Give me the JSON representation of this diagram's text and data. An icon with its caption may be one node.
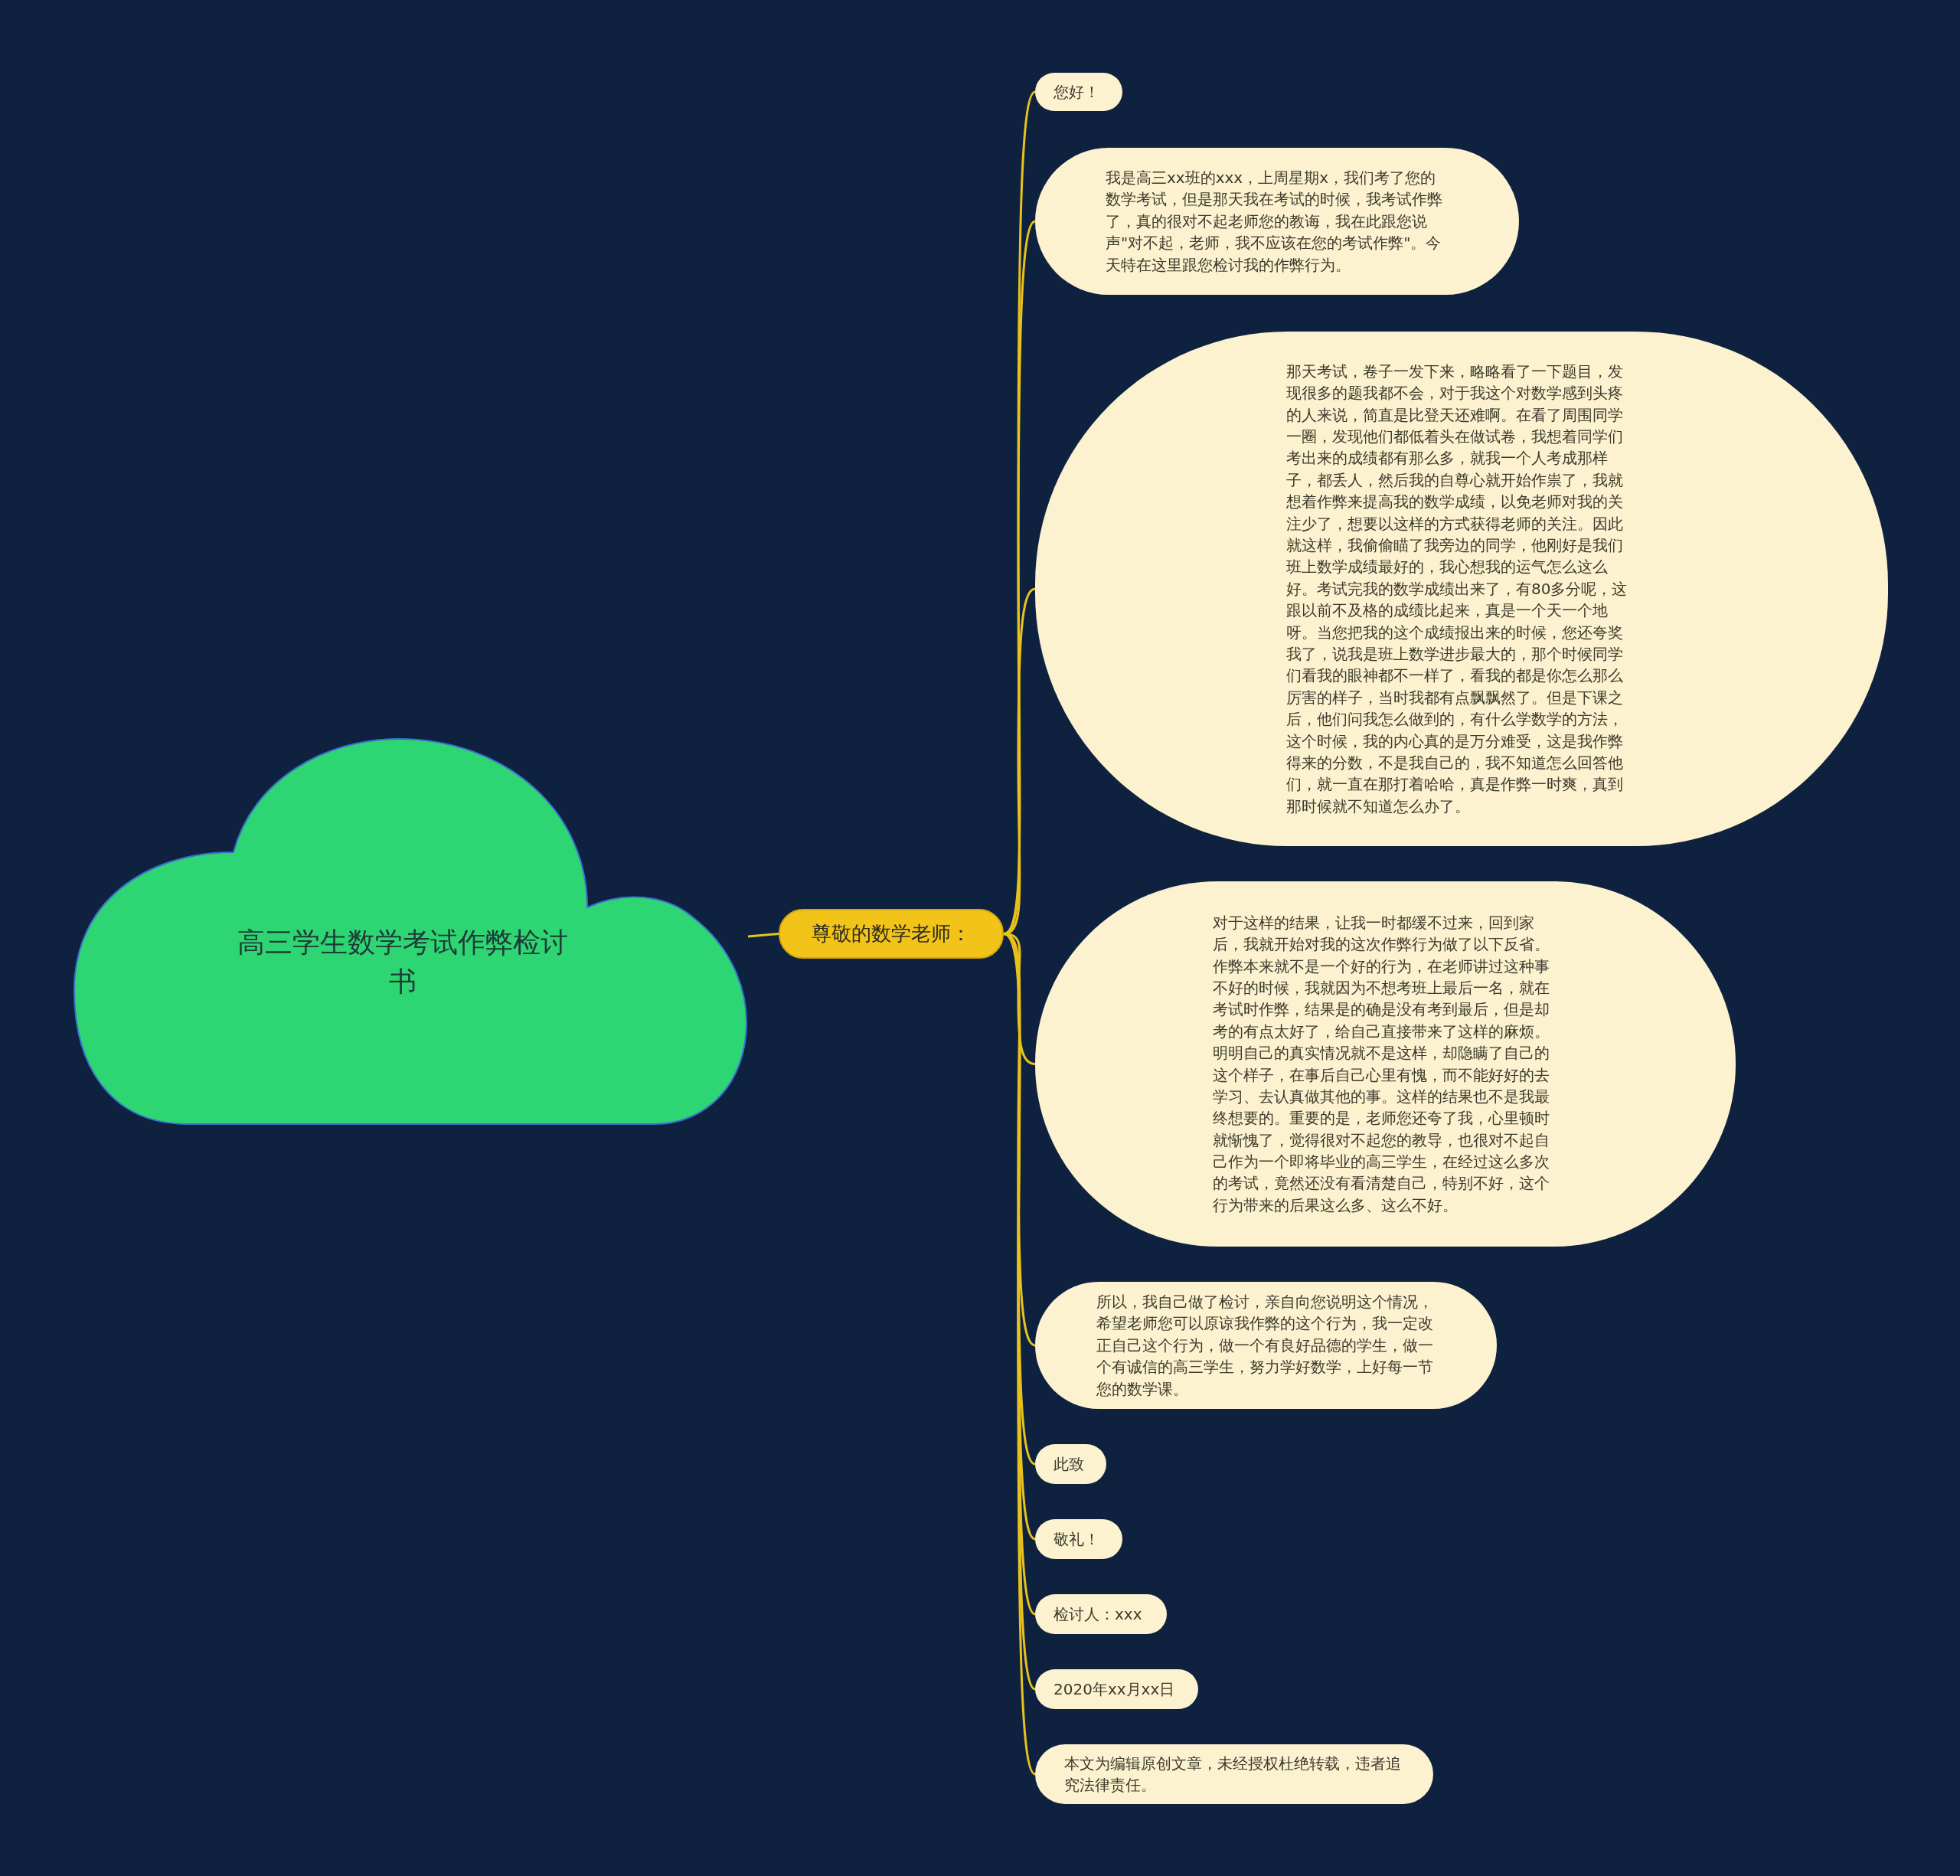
{
  "diagram": {
    "nodes": [
      {
        "text": [
          "高三学生数学考试作弊检讨书"
        ]
      },
      {
        "text": [
          "尊敬的数学老师："
        ]
      },
      {
        "text": [
          "您好！"
        ]
      },
      {
        "text": [
          "我是高三xx班的xxx，上周星期x，我们考了您的数学考试，但是那天我在考试的时候，我考试作弊了，真的很对不起老师您的教诲，我在此跟您说声\"对不起，老师，我不应该在您的考试作弊\"。今天特在这里跟您检讨我的作弊行为。"
        ]
      },
      {
        "text": [
          "那天考试，卷子一发下来，略略看了一下题目，发现很多的题我都不会，对于我这个对数学感到头疼的人来说，简直是比登天还难啊。在看了周围同学一圈，发现他们都低着头在做试卷，我想着同学们考出来的成绩都有那么多，就我一个人考成那样子，都丢人，然后我的自尊心就开始作祟了，我就想着作弊来提高我的数学成绩，以免老师对我的关注少了，想要以这样的方式获得老师的关注。因此就这样，我偷偷瞄了我旁边的同学，他刚好是我们班上数学成绩最好的，我心想我的运气怎么这么好。考试完我的数学成绩出来了，有80多分呢，这跟以前不及格的成绩比起来，真是一个天一个地呀。当您把我的这个成绩报出来的时候，您还夸奖我了，说我是班上数学进步最大的，那个时候同学们看我的眼神都不一样了，看我的都是你怎么那么厉害的样子，当时我都有点飘飘然了。但是下课之后，他们问我怎么做到的，有什么学数学的方法，这个时候，我的内心真的是万分难受，这是我作弊得来的分数，不是我自己的，我不知道怎么回答他们，就一直在那打着哈哈，真是作弊一时爽，真到那时候就不知道怎么办了。"
        ]
      },
      {
        "text": [
          "对于这样的结果，让我一时都缓不过来，回到家后，我就开始对我的这次作弊行为做了以下反省。作弊本来就不是一个好的行为，在老师讲过这种事不好的时候，我就因为不想考班上最后一名，就在考试时作弊，结果是的确是没有考到最后，但是却考的有点太好了，给自己直接带来了这样的麻烦。明明自己的真实情况就不是这样，却隐瞒了自己的这个样子，在事后自己心里有愧，而不能好好的去学习、去认真做其他的事。这样的结果也不是我最终想要的。重要的是，老师您还夸了我，心里顿时就惭愧了，觉得很对不起您的教导，也很对不起自己作为一个即将毕业的高三学生，在经过这么多次的考试，竟然还没有看清楚自己，特别不好，这个行为带来的后果这么多、这么不好。"
        ]
      },
      {
        "text": [
          "所以，我自己做了检讨，亲自向您说明这个情况，希望老师您可以原谅我作弊的这个行为，我一定改正自己这个行为，做一个有良好品德的学生，做一个有诚信的高三学生，努力学好数学，上好每一节您的数学课。"
        ]
      },
      {
        "text": [
          "此致"
        ]
      },
      {
        "text": [
          "敬礼！"
        ]
      },
      {
        "text": [
          "检讨人：xxx"
        ]
      },
      {
        "text": [
          "2020年xx月xx日"
        ]
      },
      {
        "text": [
          "本文为编辑原创文章，未经授权杜绝转载，违者追究法律责任。"
        ]
      }
    ],
    "edges": [
      {
        "from": 0,
        "to": 1,
        "arrow": "none"
      },
      {
        "from": 1,
        "to": 2,
        "arrow": "none"
      },
      {
        "from": 1,
        "to": 3,
        "arrow": "none"
      },
      {
        "from": 1,
        "to": 4,
        "arrow": "none"
      },
      {
        "from": 1,
        "to": 5,
        "arrow": "none"
      },
      {
        "from": 1,
        "to": 6,
        "arrow": "none"
      },
      {
        "from": 1,
        "to": 7,
        "arrow": "none"
      },
      {
        "from": 1,
        "to": 8,
        "arrow": "none"
      },
      {
        "from": 1,
        "to": 9,
        "arrow": "none"
      },
      {
        "from": 1,
        "to": 10,
        "arrow": "none"
      },
      {
        "from": 1,
        "to": 11,
        "arrow": "none"
      }
    ]
  }
}
